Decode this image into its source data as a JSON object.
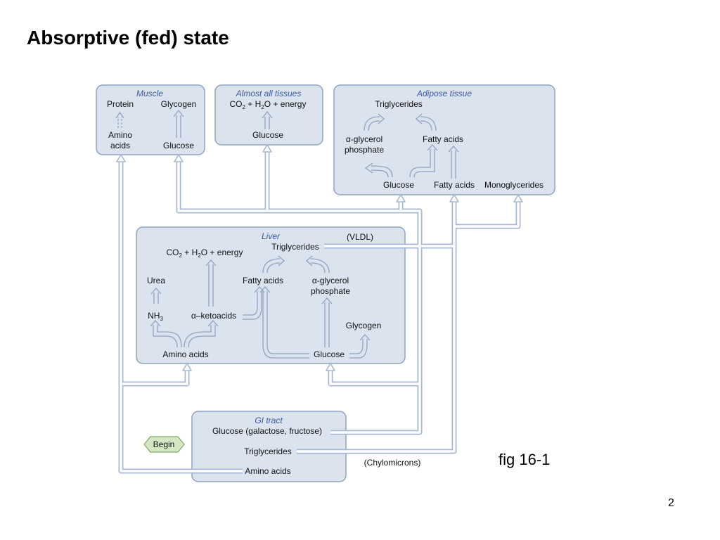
{
  "slide": {
    "title": "Absorptive (fed) state",
    "caption": "fig 16-1",
    "page_number": "2"
  },
  "diagram": {
    "muscle": {
      "title": "Muscle",
      "protein": "Protein",
      "glycogen": "Glycogen",
      "amino_line1": "Amino",
      "amino_line2": "acids",
      "glucose": "Glucose"
    },
    "tissues": {
      "title": "Almost all tissues",
      "co2_a": "CO",
      "co2_sub": "2",
      "co2_b": " + H",
      "h2o_sub": "2",
      "co2_c": "O + energy",
      "glucose": "Glucose"
    },
    "adipose": {
      "title": "Adipose tissue",
      "triglycerides": "Triglycerides",
      "glycerol_line1": "α-glycerol",
      "glycerol_line2": "phosphate",
      "fatty_acids_top": "Fatty acids",
      "glucose": "Glucose",
      "fatty_acids": "Fatty acids",
      "monoglycerides": "Monoglycerides"
    },
    "liver": {
      "title": "Liver",
      "vldl": "(VLDL)",
      "co2_a": "CO",
      "co2_sub": "2",
      "co2_b": " + H",
      "h2o_sub": "2",
      "co2_c": "O + energy",
      "triglycerides": "Triglycerides",
      "urea": "Urea",
      "fatty_acids": "Fatty acids",
      "glycerol_line1": "α-glycerol",
      "glycerol_line2": "phosphate",
      "nh3_a": "NH",
      "nh3_sub": "3",
      "ketoacids": "α–ketoacids",
      "glycogen": "Glycogen",
      "amino_acids": "Amino acids",
      "glucose": "Glucose"
    },
    "gi": {
      "title": "GI tract",
      "glucose": "Glucose (galactose, fructose)",
      "triglycerides": "Triglycerides",
      "amino_acids": "Amino acids",
      "chylomicrons": "(Chylomicrons)"
    },
    "begin": "Begin"
  }
}
